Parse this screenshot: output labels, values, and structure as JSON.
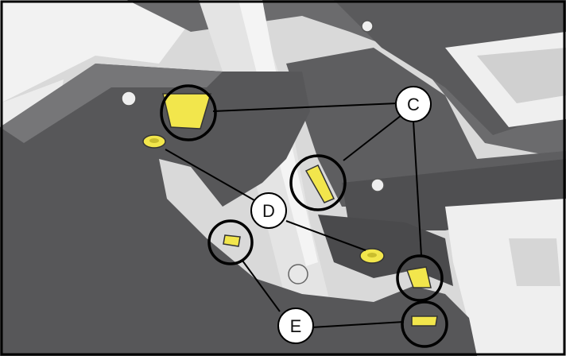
{
  "callouts": {
    "c": "C",
    "d": "D",
    "e": "E"
  },
  "colors": {
    "clip_yellow": "#F2E64C",
    "dark_panel": "#555556",
    "mid_panel": "#6E6E70",
    "light_part": "#E9E9E9",
    "frame": "#000000"
  }
}
